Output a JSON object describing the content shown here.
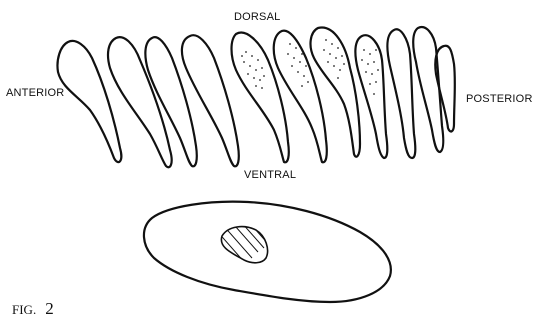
{
  "labels": {
    "dorsal": "DORSAL",
    "ventral": "VENTRAL",
    "anterior": "ANTERIOR",
    "posterior": "POSTERIOR"
  },
  "figure": {
    "prefix": "FIG.",
    "number": "2"
  },
  "sections": {
    "count": 11,
    "stippled": [
      5,
      6,
      7,
      8
    ]
  },
  "cross_section": {
    "has_hatched_region": true
  }
}
